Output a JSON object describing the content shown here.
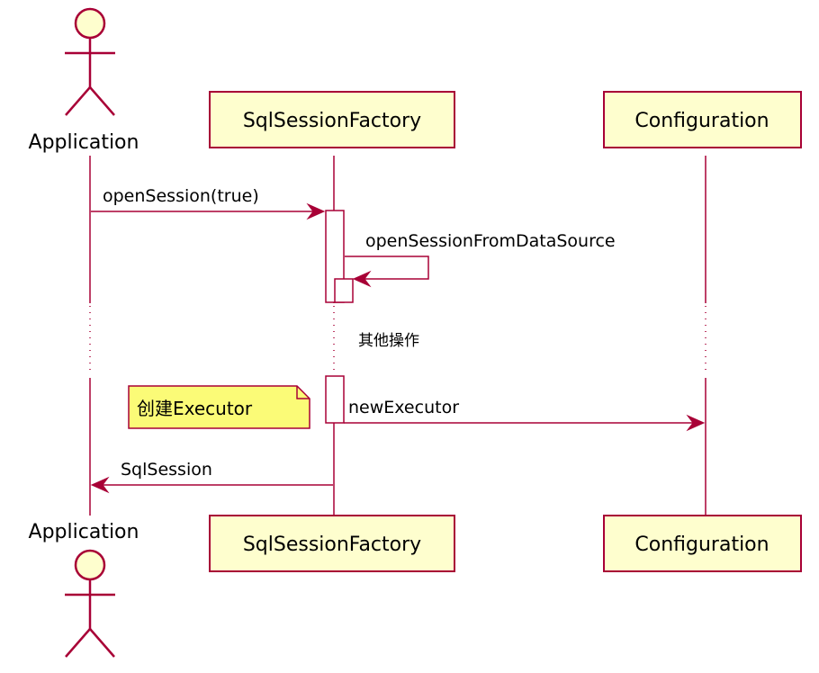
{
  "participants": {
    "application": "Application",
    "factory": "SqlSessionFactory",
    "configuration": "Configuration"
  },
  "messages": {
    "open_session": "openSession(true)",
    "open_from_datasource": "openSessionFromDataSource",
    "new_executor": "newExecutor",
    "return_session": "SqlSession"
  },
  "divider": "其他操作",
  "note": "创建Executor",
  "colors": {
    "line": "#A80036",
    "participant_fill": "#FEFECE",
    "note_fill": "#FBFB77"
  }
}
